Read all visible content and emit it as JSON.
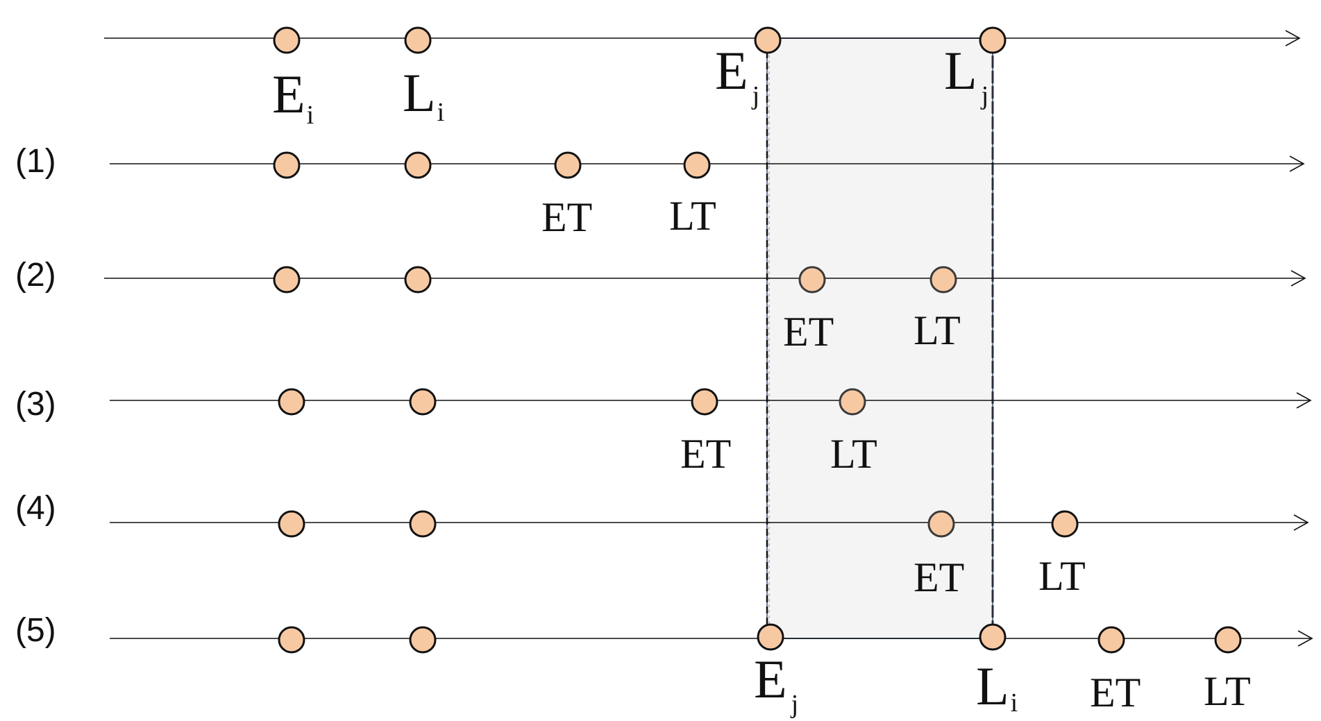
{
  "diagram": {
    "row_labels": [
      "(1)",
      "(2)",
      "(3)",
      "(4)",
      "(5)"
    ],
    "top_row": {
      "nodes": [
        {
          "main": "E",
          "sub": "i"
        },
        {
          "main": "L",
          "sub": "i"
        },
        {
          "main": "E",
          "sub": "j"
        },
        {
          "main": "L",
          "sub": "j"
        }
      ]
    },
    "rows": [
      {
        "label": "(1)",
        "nodes": [
          "",
          "",
          "ET",
          "LT"
        ]
      },
      {
        "label": "(2)",
        "nodes": [
          "",
          "",
          "ET",
          "LT"
        ]
      },
      {
        "label": "(3)",
        "nodes": [
          "",
          "",
          "ET",
          "LT"
        ]
      },
      {
        "label": "(4)",
        "nodes": [
          "",
          "",
          "ET",
          "LT"
        ]
      },
      {
        "label": "(5)",
        "nodes": [
          "",
          "",
          {
            "main": "E",
            "sub": "j"
          },
          {
            "main": "L",
            "sub": "i"
          },
          "ET",
          "LT"
        ]
      }
    ],
    "colors": {
      "node_fill": "#f7c9a3",
      "node_stroke": "#111111",
      "window_fill": "#f4f4f4",
      "window_border": "#6b7d99"
    }
  }
}
